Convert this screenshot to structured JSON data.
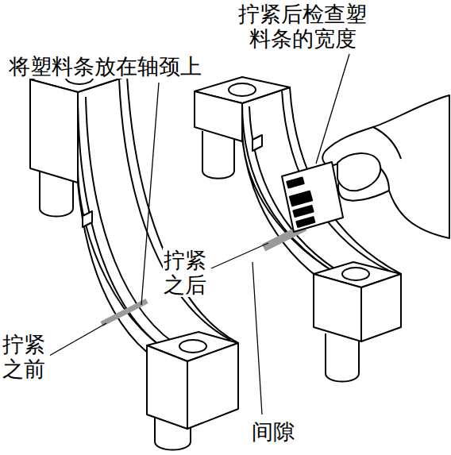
{
  "diagram": {
    "labels": [
      "拧紧后检查塑 料条的宽度",
      "将塑料条放在轴颈上",
      "拧紧 之后",
      "拧紧 之前",
      "间隙"
    ]
  }
}
